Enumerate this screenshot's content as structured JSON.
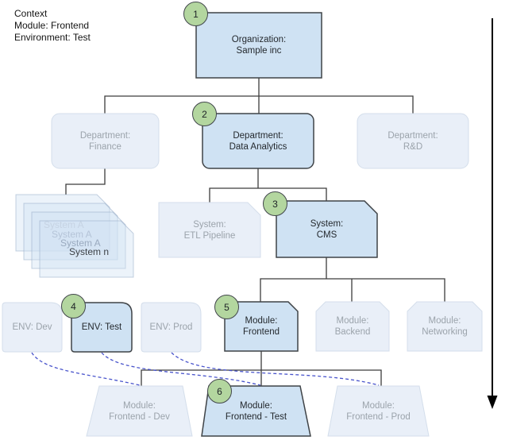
{
  "context": {
    "heading": "Context",
    "module_line": "Module: Frontend",
    "environment_line": "Environment: Test"
  },
  "steps": [
    "1",
    "2",
    "3",
    "4",
    "5",
    "6"
  ],
  "nodes": {
    "organization": {
      "type_label": "Organization:",
      "name": "Sample inc"
    },
    "dept_finance": {
      "type_label": "Department:",
      "name": "Finance"
    },
    "dept_data_analytics": {
      "type_label": "Department:",
      "name": "Data Analytics"
    },
    "dept_rnd": {
      "type_label": "Department:",
      "name": "R&D"
    },
    "system_stack": {
      "lines": [
        "System A",
        "System A",
        "System A",
        "System n"
      ]
    },
    "system_etl": {
      "type_label": "System:",
      "name": "ETL Pipeline"
    },
    "system_cms": {
      "type_label": "System:",
      "name": "CMS"
    },
    "env_dev": {
      "label": "ENV: Dev"
    },
    "env_test": {
      "label": "ENV: Test"
    },
    "env_prod": {
      "label": "ENV: Prod"
    },
    "module_frontend": {
      "type_label": "Module:",
      "name": "Frontend"
    },
    "module_backend": {
      "type_label": "Module:",
      "name": "Backend"
    },
    "module_networking": {
      "type_label": "Module:",
      "name": "Networking"
    },
    "deploy_frontend_dev": {
      "type_label": "Module:",
      "name": "Frontend - Dev"
    },
    "deploy_frontend_test": {
      "type_label": "Module:",
      "name": "Frontend - Test"
    },
    "deploy_frontend_prod": {
      "type_label": "Module:",
      "name": "Frontend - Prod"
    }
  },
  "colors": {
    "highlight_fill": "#cfe2f3",
    "highlight_border": "#3f4347",
    "faded_fill": "#e9eff8",
    "faded_border": "#d4deeb",
    "faded_text": "#9ba3ab",
    "step_circle_fill": "#b3d69f",
    "connector": "#3c3c3c",
    "env_link_dashed": "#4a55cc"
  }
}
